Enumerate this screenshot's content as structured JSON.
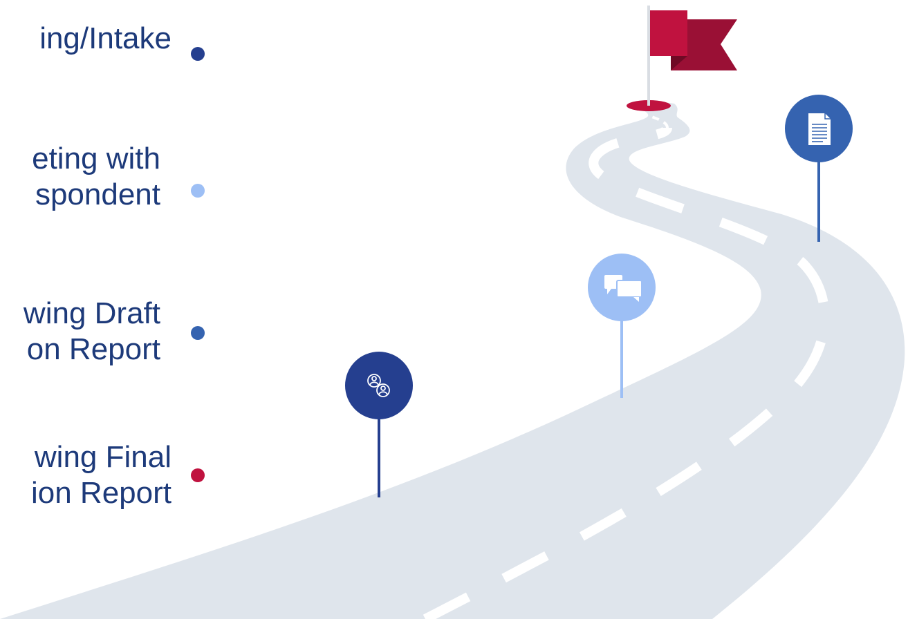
{
  "steps": [
    {
      "lines": [
        "ing/Intake"
      ],
      "color": "#253f8f"
    },
    {
      "lines": [
        "eting with",
        "spondent"
      ],
      "color": "#9dbff5"
    },
    {
      "lines": [
        "wing Draft",
        "on Report"
      ],
      "color": "#3563b0"
    },
    {
      "lines": [
        "wing Final",
        "ion Report"
      ],
      "color": "#c0123f"
    }
  ],
  "markers": [
    {
      "icon": "people-target-icon",
      "color": "#253f8f"
    },
    {
      "icon": "chat-bubbles-icon",
      "color": "#9dbff5"
    },
    {
      "icon": "document-icon",
      "color": "#3563b0"
    }
  ],
  "flag": {
    "icon": "flag-icon",
    "color": "#c0123f",
    "shadow_color": "#9a1035"
  },
  "road": {
    "color": "#dfe5ec",
    "stripe_color": "#ffffff"
  }
}
